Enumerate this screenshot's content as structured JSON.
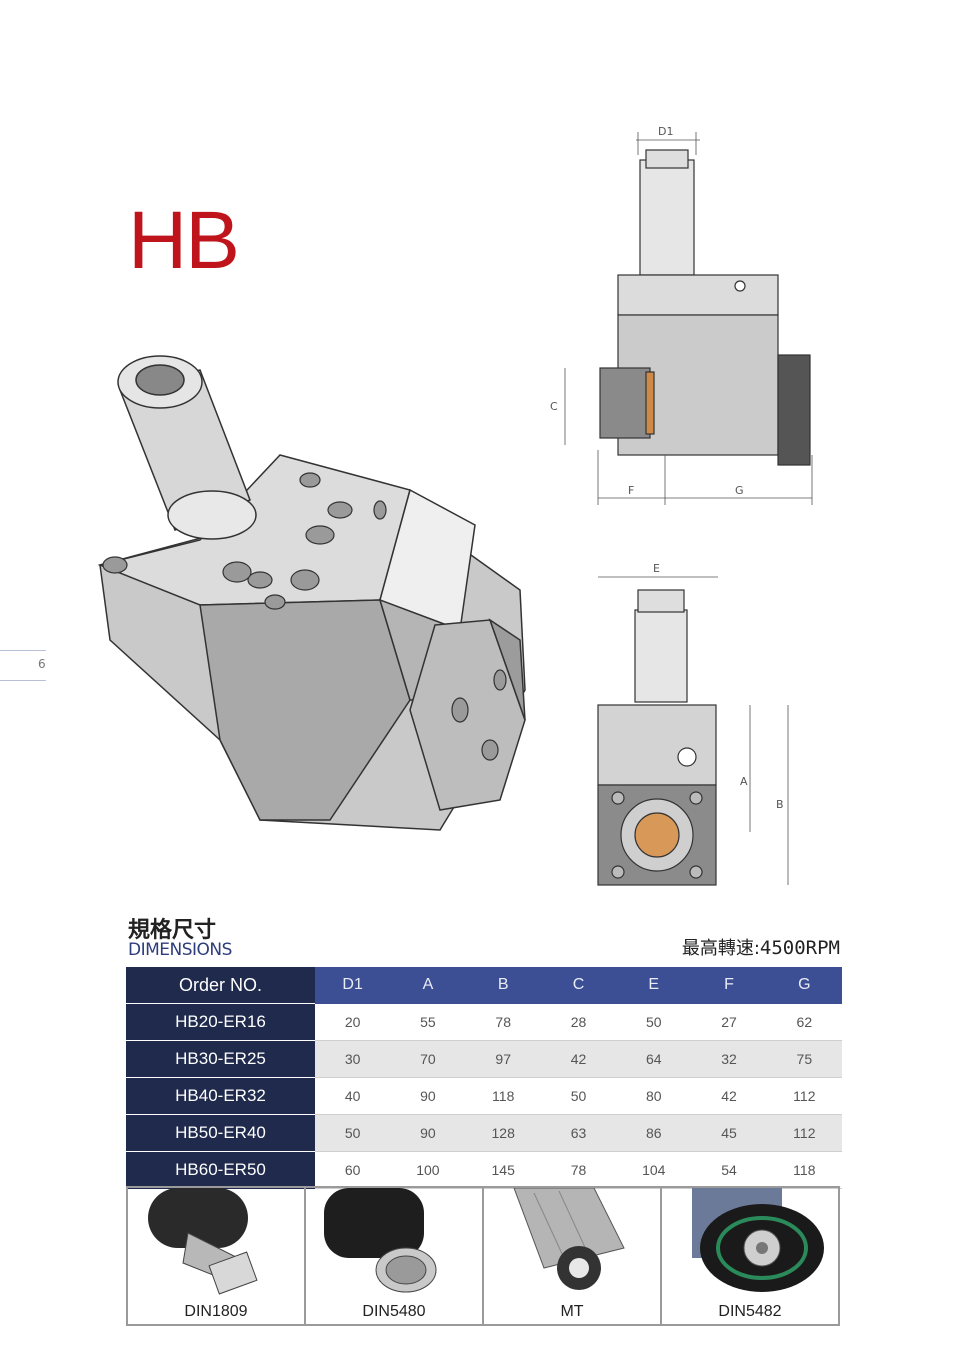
{
  "product_code": "HB",
  "page_number": "6",
  "section": {
    "title_cn": "規格尺寸",
    "title_en": "DIMENSIONS"
  },
  "speed": {
    "label": "最高轉速:",
    "value": "4500RPM"
  },
  "drawing_labels": {
    "d1": "D1",
    "c": "C",
    "f": "F",
    "g": "G",
    "e": "E",
    "a": "A",
    "b": "B"
  },
  "table": {
    "headers": [
      "Order NO.",
      "D1",
      "A",
      "B",
      "C",
      "E",
      "F",
      "G"
    ],
    "rows": [
      {
        "order": "HB20-ER16",
        "values": [
          "20",
          "55",
          "78",
          "28",
          "50",
          "27",
          "62"
        ]
      },
      {
        "order": "HB30-ER25",
        "values": [
          "30",
          "70",
          "97",
          "42",
          "64",
          "32",
          "75"
        ]
      },
      {
        "order": "HB40-ER32",
        "values": [
          "40",
          "90",
          "118",
          "50",
          "80",
          "42",
          "112"
        ]
      },
      {
        "order": "HB50-ER40",
        "values": [
          "50",
          "90",
          "128",
          "63",
          "86",
          "45",
          "112"
        ]
      },
      {
        "order": "HB60-ER50",
        "values": [
          "60",
          "100",
          "145",
          "78",
          "104",
          "54",
          "118"
        ]
      }
    ]
  },
  "drive_types": [
    "DIN1809",
    "DIN5480",
    "MT",
    "DIN5482"
  ],
  "colors": {
    "title_red": "#c0141c",
    "header_navy": "#1f2a4d",
    "header_blue": "#3d4f94"
  }
}
